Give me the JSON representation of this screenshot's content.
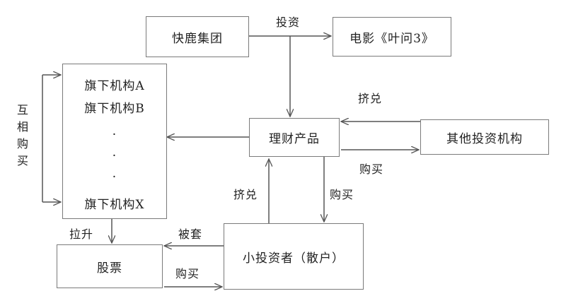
{
  "nodes": {
    "kuailu": "快鹿集团",
    "movie": "电影《叶问3》",
    "licai": "理财产品",
    "other": "其他投资机构",
    "small": "小投资者（散户）",
    "stock": "股票",
    "subsidiaries": {
      "a": "旗下机构A",
      "b": "旗下机构B",
      "dots": [
        "·",
        "·",
        "·"
      ],
      "x": "旗下机构X"
    }
  },
  "edges": {
    "invest": "投资",
    "squeeze_top": "挤兑",
    "buy_right": "购买",
    "squeeze_mid": "挤兑",
    "buy_mid": "购买",
    "trapped": "被套",
    "raise": "拉升",
    "buy_bottom": "购买",
    "mutual": [
      "互",
      "相",
      "购",
      "买"
    ]
  }
}
